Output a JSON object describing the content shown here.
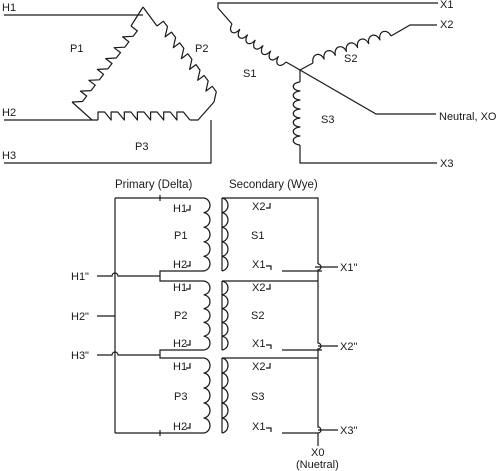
{
  "delta": {
    "terminals": {
      "h1": "H1",
      "h2": "H2",
      "h3": "H3"
    },
    "windings": {
      "p1": "P1",
      "p2": "P2",
      "p3": "P3"
    }
  },
  "wye": {
    "terminals": {
      "x1": "X1",
      "x2": "X2",
      "x3": "X3",
      "neutral": "Neutral, XO"
    },
    "windings": {
      "s1": "S1",
      "s2": "S2",
      "s3": "S3"
    }
  },
  "schematic": {
    "primary_header": "Primary (Delta)",
    "secondary_header": "Secondary (Wye)",
    "line_terminals": {
      "h1": "H1\"",
      "h2": "H2\"",
      "h3": "H3\"",
      "x1": "X1\"",
      "x2": "X2\"",
      "x3": "X3\""
    },
    "primary_coils": [
      {
        "name": "P1",
        "top": "H1",
        "bottom": "H2"
      },
      {
        "name": "P2",
        "top": "H1",
        "bottom": "H2"
      },
      {
        "name": "P3",
        "top": "H1",
        "bottom": "H2"
      }
    ],
    "secondary_coils": [
      {
        "name": "S1",
        "top": "X2",
        "bottom": "X1"
      },
      {
        "name": "S2",
        "top": "X2",
        "bottom": "X1"
      },
      {
        "name": "S3",
        "top": "X2",
        "bottom": "X1"
      }
    ],
    "neutral": {
      "name": "X0",
      "note": "(Nuetral)"
    }
  }
}
